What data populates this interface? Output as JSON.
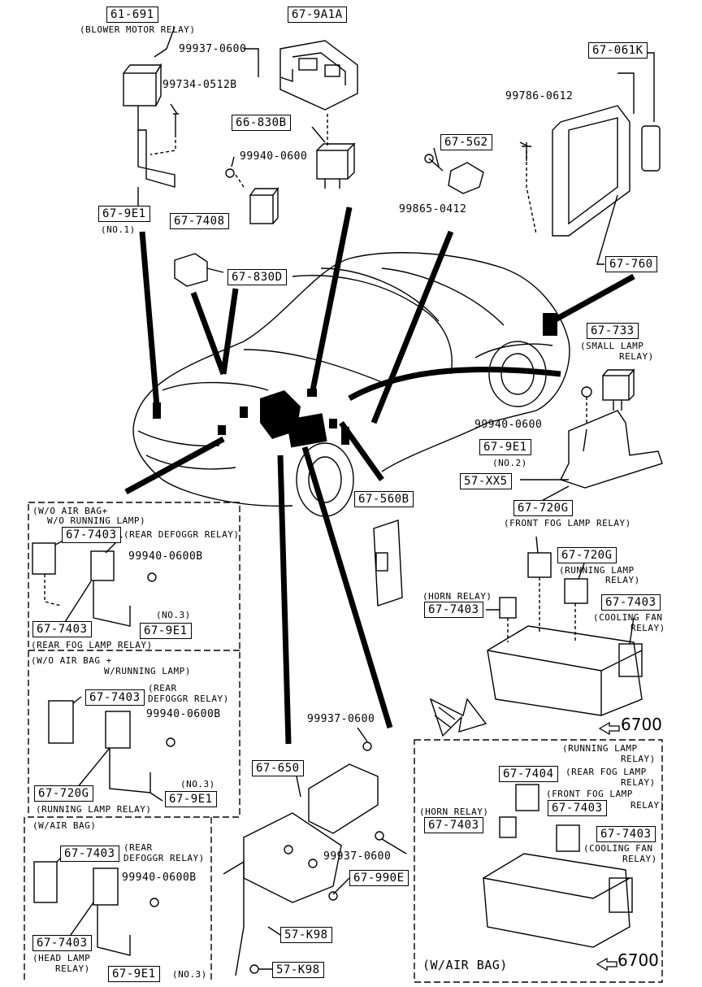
{
  "parts": {
    "blower_relay_code": "61-691",
    "blower_relay_name": "(BLOWER MOTOR RELAY)",
    "bracket_top_code": "67-9A1A",
    "bolt_top": "99937-0600",
    "screw_a": "99734-0512B",
    "relay_830b": "66-830B",
    "nut_a": "99940-0600",
    "bracket_no1_code": "67-9E1",
    "bracket_no1_note": "(NO.1)",
    "relay_7408": "67-7408",
    "relay_830d": "67-830D",
    "relay_5g2": "67-5G2",
    "screw_b": "99865-0412",
    "module_061k": "67-061K",
    "screw_c": "99786-0612",
    "bracket_760": "67-760",
    "small_lamp_code": "67-733",
    "small_lamp_name_1": "(SMALL LAMP",
    "small_lamp_name_2": "RELAY)",
    "nut_b": "99940-0600",
    "bracket_no2_code": "67-9E1",
    "bracket_no2_note": "(NO.2)",
    "bracket_xx5": "57-XX5",
    "unit_560b": "67-560B",
    "front_fog_code": "67-720G",
    "front_fog_name": "(FRONT FOG LAMP RELAY)",
    "running_code": "67-720G",
    "running_name_1": "(RUNNING LAMP",
    "running_name_2": "RELAY)",
    "horn_name": "(HORN RELAY)",
    "horn_code": "67-7403",
    "cooling_code": "67-7403",
    "cooling_name_1": "(COOLING FAN",
    "cooling_name_2": "RELAY)",
    "ref_6700_a": "6700",
    "bolt_mid": "99937-0600",
    "bracket_650": "67-650",
    "bolt_low": "99937-0600",
    "bracket_990e": "67-990E",
    "bracket_k98_a": "57-K98",
    "bracket_k98_b": "57-K98"
  },
  "panel1": {
    "title_1": "(W/O AIR BAG+",
    "title_2": "W/O RUNNING LAMP)",
    "relay_code": "67-7403",
    "relay_name": "(REAR DEFOGGR RELAY)",
    "nut": "99940-0600B",
    "note": "(NO.3)",
    "bracket_code": "67-9E1",
    "fog_code": "67-7403",
    "fog_name": "(REAR FOG LAMP RELAY)"
  },
  "panel2": {
    "title_1": "(W/O AIR BAG +",
    "title_2": "W/RUNNING LAMP)",
    "relay_code": "67-7403",
    "relay_name_1": "(REAR",
    "relay_name_2": "DEFOGGR RELAY)",
    "nut": "99940-0600B",
    "note": "(NO.3)",
    "bracket_code": "67-9E1",
    "running_code": "67-720G",
    "running_name": "(RUNNING LAMP RELAY)"
  },
  "panel3": {
    "title": "(W/AIR BAG)",
    "relay_code": "67-7403",
    "relay_name_1": "(REAR",
    "relay_name_2": "DEFOGGR RELAY)",
    "nut": "99940-0600B",
    "head_code": "67-7403",
    "head_name_1": "(HEAD LAMP",
    "head_name_2": "RELAY)",
    "bracket_code": "67-9E1",
    "note": "(NO.3)"
  },
  "panel4": {
    "running_name_1": "(RUNNING LAMP",
    "running_name_2": "RELAY)",
    "rear_fog_code": "67-7404",
    "rear_fog_name_1": "(REAR FOG LAMP",
    "rear_fog_name_2": "RELAY)",
    "front_fog_name_1": "(FRONT FOG LAMP",
    "front_fog_name_2": "RELAY)",
    "front_fog_code": "67-7403",
    "horn_name": "(HORN RELAY)",
    "horn_code": "67-7403",
    "cooling_code": "67-7403",
    "cooling_name_1": "(COOLING FAN",
    "cooling_name_2": "RELAY)",
    "title": "(W/AIR BAG)",
    "ref_6700": "6700"
  }
}
